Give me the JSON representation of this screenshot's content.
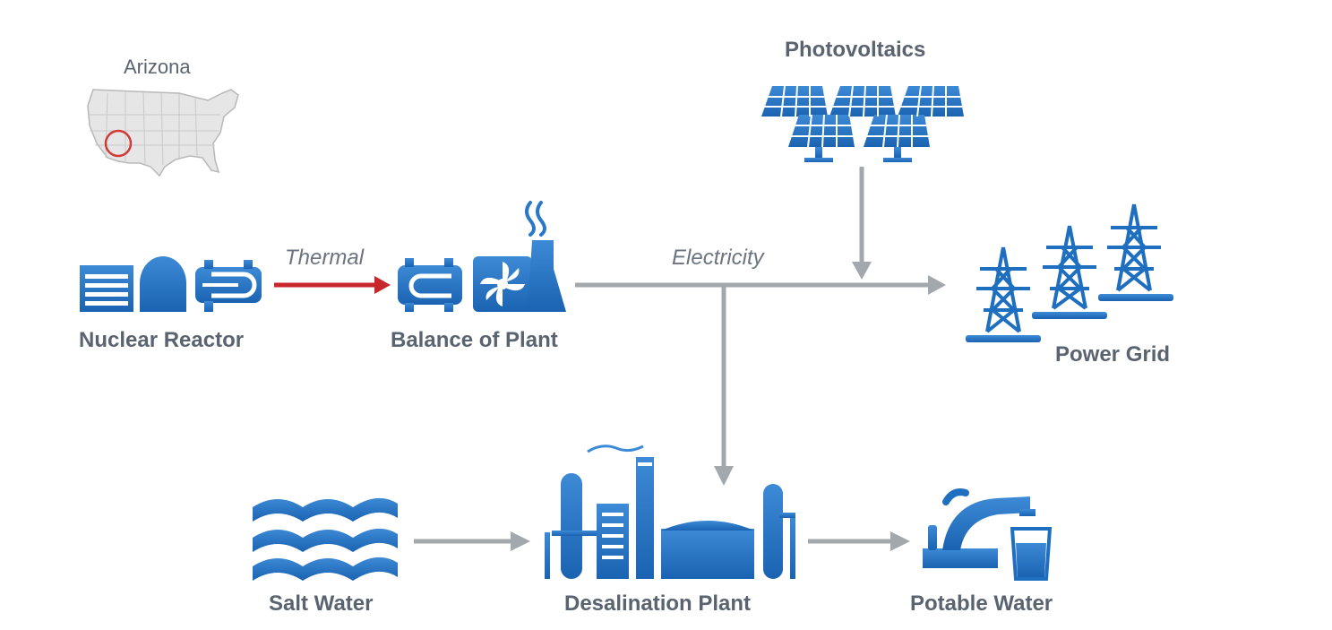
{
  "diagram": {
    "region_label": "Arizona",
    "nodes": {
      "nuclear_reactor": "Nuclear Reactor",
      "balance_of_plant": "Balance of Plant",
      "photovoltaics": "Photovoltaics",
      "power_grid": "Power Grid",
      "salt_water": "Salt Water",
      "desalination_plant": "Desalination Plant",
      "potable_water": "Potable Water"
    },
    "flows": {
      "thermal": "Thermal",
      "electricity": "Electricity"
    },
    "colors": {
      "icon_blue": "#1f6fc0",
      "icon_blue_light": "#3d8ad6",
      "arrow_gray": "#a3a8ad",
      "thermal_red": "#c8262c",
      "label_gray": "#5a6470",
      "map_fill": "#e6e6e6",
      "map_marker": "#d23a3a"
    }
  }
}
